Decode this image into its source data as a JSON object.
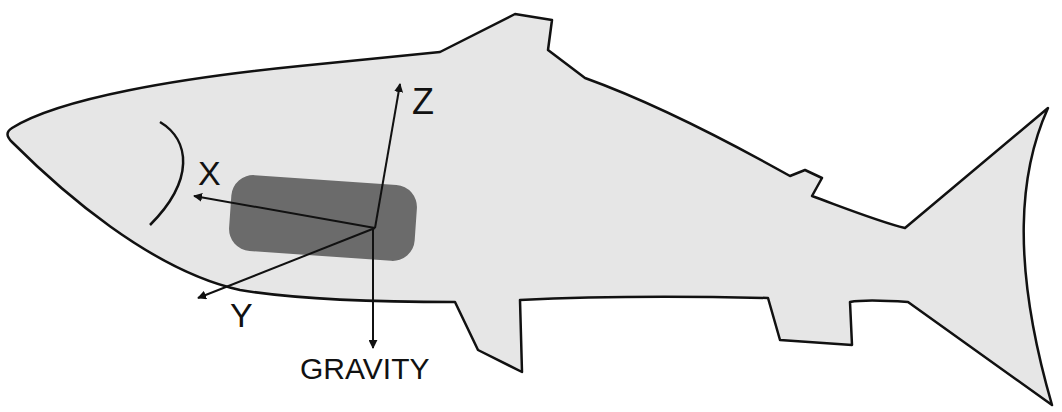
{
  "diagram": {
    "labels": [
      "Z",
      "X",
      "Y",
      "GRAVITY"
    ]
  }
}
